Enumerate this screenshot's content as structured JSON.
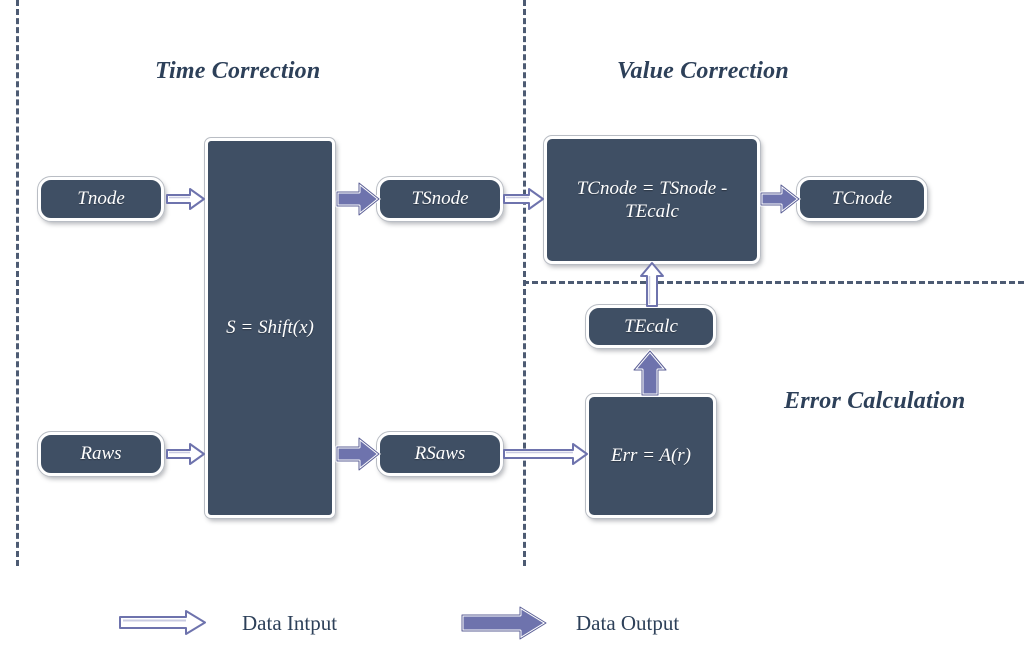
{
  "diagram": {
    "sections": [
      {
        "id": "time-correction",
        "label": "Time Correction"
      },
      {
        "id": "value-correction",
        "label": "Value Correction"
      },
      {
        "id": "error-calculation",
        "label": "Error Calculation"
      }
    ],
    "nodes": [
      {
        "id": "tnode",
        "label": "Tnode"
      },
      {
        "id": "raws",
        "label": "Raws"
      },
      {
        "id": "shift",
        "label": "S = Shift(x)"
      },
      {
        "id": "tsnode",
        "label": "TSnode"
      },
      {
        "id": "rsaws",
        "label": "RSaws"
      },
      {
        "id": "tcnode-calc",
        "label": "TCnode = TSnode - TEcalc"
      },
      {
        "id": "tcnode",
        "label": "TCnode"
      },
      {
        "id": "tecalc",
        "label": "TEcalc"
      },
      {
        "id": "err",
        "label": "Err = A(r)"
      }
    ],
    "legend": [
      {
        "id": "data-input",
        "label": "Data Intput",
        "arrow": "hollow-arrow-icon"
      },
      {
        "id": "data-output",
        "label": "Data Output",
        "arrow": "filled-arrow-icon"
      }
    ],
    "colors": {
      "node_fill": "#3f4f64",
      "node_border": "#ffffff",
      "text_dark": "#2d4059",
      "accent_arrow": "#6e73ad",
      "arrow_outline": "#5b5f96",
      "divider": "#4d5b73",
      "background": "#ffffff"
    }
  }
}
